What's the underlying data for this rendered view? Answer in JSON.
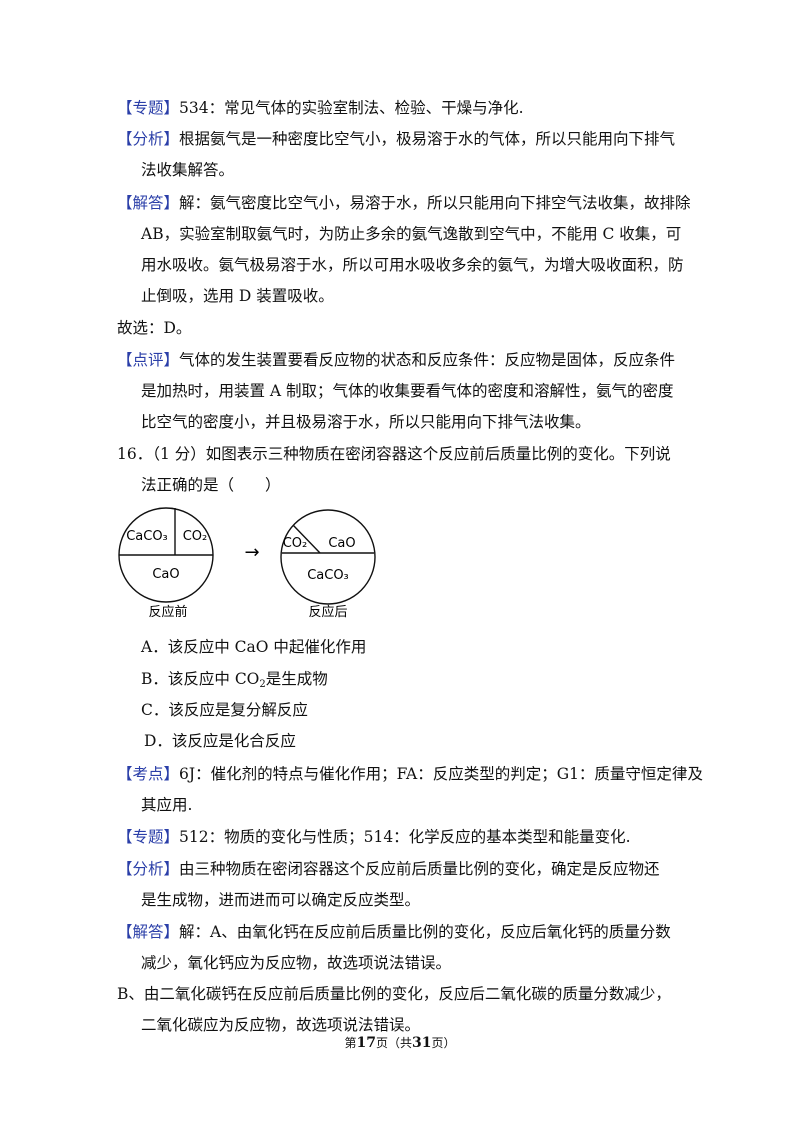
{
  "page": {
    "paras": [
      {
        "tag": "【专题】",
        "text": "534：常见气体的实验室制法、检验、干燥与净化."
      },
      {
        "tag": "【分析】",
        "text": "根据氨气是一种密度比空气小，极易溶于水的气体，所以只能用向下排气"
      },
      {
        "text": "法收集解答。"
      },
      {
        "tag": "【解答】",
        "text": "解：氨气密度比空气小，易溶于水，所以只能用向下排空气法收集，故排除"
      },
      {
        "text": "AB，实验室制取氨气时，为防止多余的氨气逸散到空气中，不能用 C 收集，可"
      },
      {
        "text": "用水吸收。氨气极易溶于水，所以可用水吸收多余的氨气，为增大吸收面积，防"
      },
      {
        "text": "止倒吸，选用 D 装置吸收。"
      },
      {
        "text": "故选：D。"
      },
      {
        "tag": "【点评】",
        "text": "气体的发生装置要看反应物的状态和反应条件：反应物是固体，反应条件"
      },
      {
        "text": "是加热时，用装置 A 制取；气体的收集要看气体的密度和溶解性，氨气的密度"
      },
      {
        "text": "比空气的密度小，并且极易溶于水，所以只能用向下排气法收集。"
      },
      {
        "text": "16．（1 分）如图表示三种物质在密闭容器这个反应前后质量比例的变化。下列说"
      },
      {
        "text": "法正确的是（　　）"
      }
    ],
    "figure": {
      "before": {
        "top_left": "CaCO₃",
        "top_right": "CO₂",
        "bottom": "CaO",
        "caption": "反应前"
      },
      "after": {
        "left": "CO₂",
        "right": "CaO",
        "bottom": "CaCO₃",
        "caption": "反应后"
      },
      "arrow": "→"
    },
    "options": [
      "A．该反应中 CaO 中起催化作用",
      "C．该反应是复分解反应",
      "D．该反应是化合反应"
    ],
    "option_b": {
      "prefix": "B．该反应中 CO",
      "sub": "2",
      "suffix": "是生成物"
    },
    "paras2": [
      {
        "tag": "【考点】",
        "text": "6J：催化剂的特点与催化作用；FA：反应类型的判定；G1：质量守恒定律及"
      },
      {
        "text": "其应用."
      },
      {
        "tag": "【专题】",
        "text": "512：物质的变化与性质；514：化学反应的基本类型和能量变化."
      },
      {
        "tag": "【分析】",
        "text": "由三种物质在密闭容器这个反应前后质量比例的变化，确定是反应物还"
      },
      {
        "text": "是生成物，进而进而可以确定反应类型。"
      },
      {
        "tag": "【解答】",
        "text": "解：A、由氧化钙在反应前后质量比例的变化，反应后氧化钙的质量分数"
      },
      {
        "text": "减少，氧化钙应为反应物，故选项说法错误。"
      },
      {
        "text": "B、由二氧化碳钙在反应前后质量比例的变化，反应后二氧化碳的质量分数减少，"
      },
      {
        "text": "二氧化碳应为反应物，故选项说法错误。"
      }
    ],
    "footer": {
      "pre": "第",
      "page": "17",
      "mid": "页（共",
      "total": "31",
      "post": "页）"
    }
  }
}
